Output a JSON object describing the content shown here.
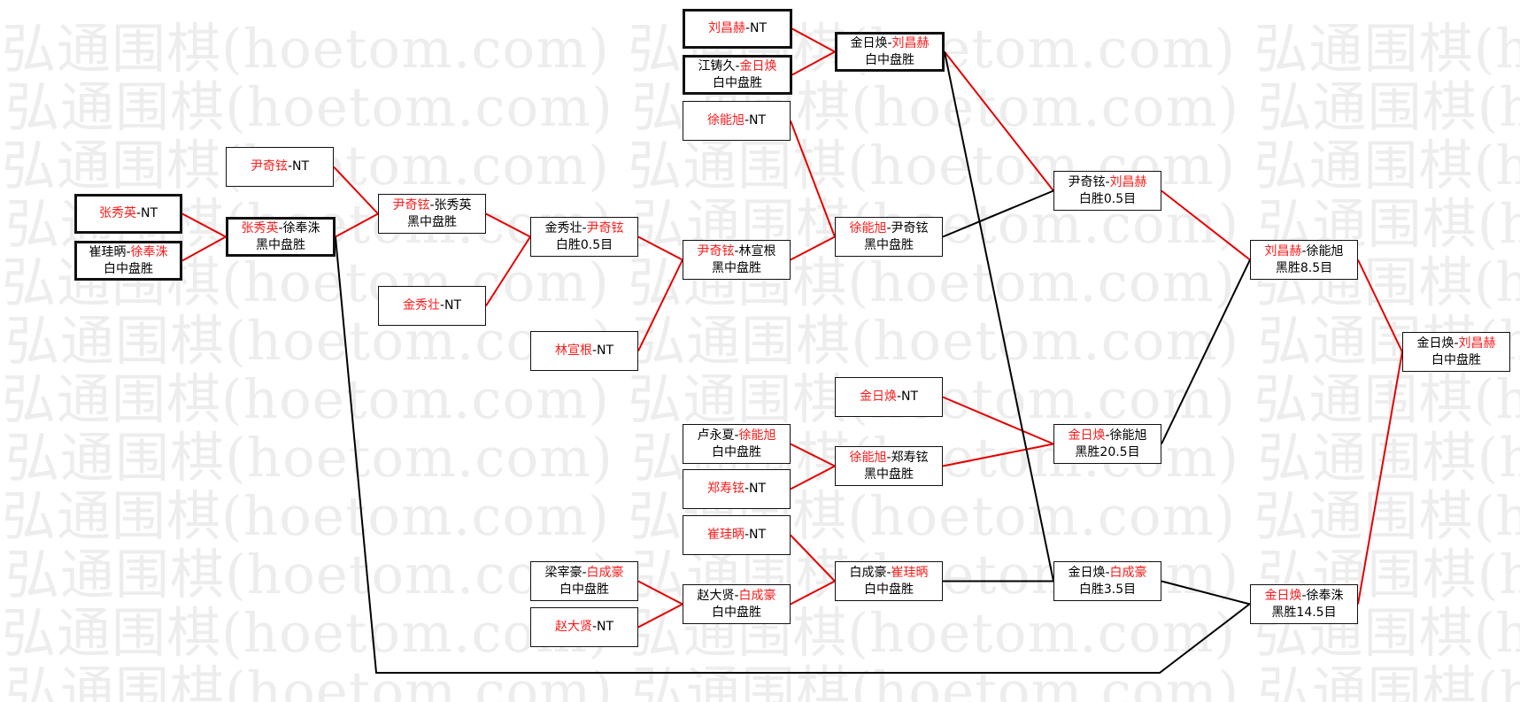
{
  "watermark": {
    "text": "弘通围棋(hoetom.com) 弘通围棋(hoetom.com) 弘通围棋(hoetom.com)"
  },
  "colors": {
    "winner_text": "#ff1a1a",
    "winner_line": "#e60000",
    "loser_line": "#000000",
    "box_border": "#111111"
  },
  "nodes": [
    {
      "id": "n_zxy_nt",
      "style": "thick",
      "lines": [
        [
          {
            "t": "张秀英",
            "w": true
          },
          {
            "t": "-NT",
            "w": false
          }
        ]
      ]
    },
    {
      "id": "n_cgb_xfz",
      "style": "thick",
      "lines": [
        [
          {
            "t": "崔珪昞-",
            "w": false
          },
          {
            "t": "徐奉洙",
            "w": true
          }
        ],
        [
          {
            "t": "白中盘胜",
            "w": false
          }
        ]
      ]
    },
    {
      "id": "n_yqx_nt",
      "style": "thin",
      "lines": [
        [
          {
            "t": "尹奇铉",
            "w": true
          },
          {
            "t": "-NT",
            "w": false
          }
        ]
      ]
    },
    {
      "id": "n_zxy_xfz",
      "style": "thick",
      "lines": [
        [
          {
            "t": "张秀英",
            "w": true
          },
          {
            "t": "-徐奉洙",
            "w": false
          }
        ],
        [
          {
            "t": "黑中盘胜",
            "w": false
          }
        ]
      ]
    },
    {
      "id": "n_yqx_zxy",
      "style": "thin",
      "lines": [
        [
          {
            "t": "尹奇铉",
            "w": true
          },
          {
            "t": "-张秀英",
            "w": false
          }
        ],
        [
          {
            "t": "黑中盘胜",
            "w": false
          }
        ]
      ]
    },
    {
      "id": "n_jxz_nt",
      "style": "thin",
      "lines": [
        [
          {
            "t": "金秀壮",
            "w": true
          },
          {
            "t": "-NT",
            "w": false
          }
        ]
      ]
    },
    {
      "id": "n_jxz_yqx",
      "style": "thin",
      "lines": [
        [
          {
            "t": "金秀壮-",
            "w": false
          },
          {
            "t": "尹奇铉",
            "w": true
          }
        ],
        [
          {
            "t": "白胜0.5目",
            "w": false
          }
        ]
      ]
    },
    {
      "id": "n_lxg_nt",
      "style": "thin",
      "lines": [
        [
          {
            "t": "林宣根",
            "w": true
          },
          {
            "t": "-NT",
            "w": false
          }
        ]
      ]
    },
    {
      "id": "n_yqx_lxg",
      "style": "thin",
      "lines": [
        [
          {
            "t": "尹奇铉",
            "w": true
          },
          {
            "t": "-林宣根",
            "w": false
          }
        ],
        [
          {
            "t": "黑中盘胜",
            "w": false
          }
        ]
      ]
    },
    {
      "id": "n_lch_nt",
      "style": "thick",
      "lines": [
        [
          {
            "t": "刘昌赫",
            "w": true
          },
          {
            "t": "-NT",
            "w": false
          }
        ]
      ]
    },
    {
      "id": "n_jzj_jrh",
      "style": "thick",
      "lines": [
        [
          {
            "t": "江铸久-",
            "w": false
          },
          {
            "t": "金日焕",
            "w": true
          }
        ],
        [
          {
            "t": "白中盘胜",
            "w": false
          }
        ]
      ]
    },
    {
      "id": "n_jrh_lch1",
      "style": "thick",
      "lines": [
        [
          {
            "t": "金日焕-",
            "w": false
          },
          {
            "t": "刘昌赫",
            "w": true
          }
        ],
        [
          {
            "t": "白中盘胜",
            "w": false
          }
        ]
      ]
    },
    {
      "id": "n_xnx_nt",
      "style": "thin",
      "lines": [
        [
          {
            "t": "徐能旭",
            "w": true
          },
          {
            "t": "-NT",
            "w": false
          }
        ]
      ]
    },
    {
      "id": "n_xnx_yqx",
      "style": "thin",
      "lines": [
        [
          {
            "t": "徐能旭",
            "w": true
          },
          {
            "t": "-尹奇铉",
            "w": false
          }
        ],
        [
          {
            "t": "黑中盘胜",
            "w": false
          }
        ]
      ]
    },
    {
      "id": "n_yqx_lch",
      "style": "thin",
      "lines": [
        [
          {
            "t": "尹奇铉-",
            "w": false
          },
          {
            "t": "刘昌赫",
            "w": true
          }
        ],
        [
          {
            "t": "白胜0.5目",
            "w": false
          }
        ]
      ]
    },
    {
      "id": "n_lch_xnx",
      "style": "thin",
      "lines": [
        [
          {
            "t": "刘昌赫",
            "w": true
          },
          {
            "t": "-徐能旭",
            "w": false
          }
        ],
        [
          {
            "t": "黑胜8.5目",
            "w": false
          }
        ]
      ]
    },
    {
      "id": "n_jrh_nt",
      "style": "thin",
      "lines": [
        [
          {
            "t": "金日焕",
            "w": true
          },
          {
            "t": "-NT",
            "w": false
          }
        ]
      ]
    },
    {
      "id": "n_lyx_xnx",
      "style": "thin",
      "lines": [
        [
          {
            "t": "卢永夏-",
            "w": false
          },
          {
            "t": "徐能旭",
            "w": true
          }
        ],
        [
          {
            "t": "白中盘胜",
            "w": false
          }
        ]
      ]
    },
    {
      "id": "n_zsx_nt",
      "style": "thin",
      "lines": [
        [
          {
            "t": "郑寿铉",
            "w": true
          },
          {
            "t": "-NT",
            "w": false
          }
        ]
      ]
    },
    {
      "id": "n_xnx_zsx",
      "style": "thin",
      "lines": [
        [
          {
            "t": "徐能旭",
            "w": true
          },
          {
            "t": "-郑寿铉",
            "w": false
          }
        ],
        [
          {
            "t": "黑中盘胜",
            "w": false
          }
        ]
      ]
    },
    {
      "id": "n_jrh_xnx",
      "style": "thin",
      "lines": [
        [
          {
            "t": "金日焕",
            "w": true
          },
          {
            "t": "-徐能旭",
            "w": false
          }
        ],
        [
          {
            "t": "黑胜20.5目",
            "w": false
          }
        ]
      ]
    },
    {
      "id": "n_cgb_nt",
      "style": "thin",
      "lines": [
        [
          {
            "t": "崔珪昞",
            "w": true
          },
          {
            "t": "-NT",
            "w": false
          }
        ]
      ]
    },
    {
      "id": "n_lzh_bch",
      "style": "thin",
      "lines": [
        [
          {
            "t": "梁宰豪-",
            "w": false
          },
          {
            "t": "白成豪",
            "w": true
          }
        ],
        [
          {
            "t": "白中盘胜",
            "w": false
          }
        ]
      ]
    },
    {
      "id": "n_zdx_nt",
      "style": "thin",
      "lines": [
        [
          {
            "t": "赵大贤",
            "w": true
          },
          {
            "t": "-NT",
            "w": false
          }
        ]
      ]
    },
    {
      "id": "n_zdx_bch",
      "style": "thin",
      "lines": [
        [
          {
            "t": "赵大贤-",
            "w": false
          },
          {
            "t": "白成豪",
            "w": true
          }
        ],
        [
          {
            "t": "白中盘胜",
            "w": false
          }
        ]
      ]
    },
    {
      "id": "n_bch_cgb",
      "style": "thin",
      "lines": [
        [
          {
            "t": "白成豪-",
            "w": false
          },
          {
            "t": "崔珪昞",
            "w": true
          }
        ],
        [
          {
            "t": "白中盘胜",
            "w": false
          }
        ]
      ]
    },
    {
      "id": "n_jrh_bch",
      "style": "thin",
      "lines": [
        [
          {
            "t": "金日焕-",
            "w": false
          },
          {
            "t": "白成豪",
            "w": true
          }
        ],
        [
          {
            "t": "白胜3.5目",
            "w": false
          }
        ]
      ]
    },
    {
      "id": "n_jrh_xfz",
      "style": "thin",
      "lines": [
        [
          {
            "t": "金日焕",
            "w": true
          },
          {
            "t": "-徐奉洙",
            "w": false
          }
        ],
        [
          {
            "t": "黑胜14.5目",
            "w": false
          }
        ]
      ]
    },
    {
      "id": "n_final",
      "style": "thin",
      "lines": [
        [
          {
            "t": "金日焕-",
            "w": false
          },
          {
            "t": "刘昌赫",
            "w": true
          }
        ],
        [
          {
            "t": "白中盘胜",
            "w": false
          }
        ]
      ]
    }
  ],
  "edges": [
    {
      "from": "n_zxy_nt",
      "to": "n_zxy_xfz",
      "winner": true
    },
    {
      "from": "n_cgb_xfz",
      "to": "n_zxy_xfz",
      "winner": true
    },
    {
      "from": "n_yqx_nt",
      "to": "n_yqx_zxy",
      "winner": true
    },
    {
      "from": "n_zxy_xfz",
      "to": "n_yqx_zxy",
      "winner": true
    },
    {
      "from": "n_yqx_zxy",
      "to": "n_jxz_yqx",
      "winner": true
    },
    {
      "from": "n_jxz_nt",
      "to": "n_jxz_yqx",
      "winner": true
    },
    {
      "from": "n_jxz_yqx",
      "to": "n_yqx_lxg",
      "winner": true
    },
    {
      "from": "n_lxg_nt",
      "to": "n_yqx_lxg",
      "winner": true
    },
    {
      "from": "n_lch_nt",
      "to": "n_jrh_lch1",
      "winner": true
    },
    {
      "from": "n_jzj_jrh",
      "to": "n_jrh_lch1",
      "winner": true
    },
    {
      "from": "n_xnx_nt",
      "to": "n_xnx_yqx",
      "winner": true
    },
    {
      "from": "n_yqx_lxg",
      "to": "n_xnx_yqx",
      "winner": true
    },
    {
      "from": "n_jrh_lch1",
      "to": "n_yqx_lch",
      "winner": true
    },
    {
      "from": "n_xnx_yqx",
      "to": "n_yqx_lch",
      "winner": false
    },
    {
      "from": "n_yqx_lch",
      "to": "n_lch_xnx",
      "winner": true
    },
    {
      "from": "n_jrh_xnx",
      "to": "n_lch_xnx",
      "winner": false
    },
    {
      "from": "n_lch_xnx",
      "to": "n_final",
      "winner": true
    },
    {
      "from": "n_lyx_xnx",
      "to": "n_xnx_zsx",
      "winner": true
    },
    {
      "from": "n_zsx_nt",
      "to": "n_xnx_zsx",
      "winner": true
    },
    {
      "from": "n_jrh_nt",
      "to": "n_jrh_xnx",
      "winner": true
    },
    {
      "from": "n_xnx_zsx",
      "to": "n_jrh_xnx",
      "winner": true
    },
    {
      "from": "n_cgb_nt",
      "to": "n_bch_cgb",
      "winner": true
    },
    {
      "from": "n_lzh_bch",
      "to": "n_zdx_bch",
      "winner": true
    },
    {
      "from": "n_zdx_nt",
      "to": "n_zdx_bch",
      "winner": true
    },
    {
      "from": "n_zdx_bch",
      "to": "n_bch_cgb",
      "winner": true
    },
    {
      "from": "n_bch_cgb",
      "to": "n_jrh_bch",
      "winner": false
    },
    {
      "from": "n_jrh_lch1",
      "to": "n_jrh_bch",
      "winner": false
    },
    {
      "from": "n_jrh_bch",
      "to": "n_jrh_xfz",
      "winner": false
    },
    {
      "from": "n_zxy_xfz",
      "to": "n_jrh_xfz",
      "winner": false
    },
    {
      "from": "n_jrh_xfz",
      "to": "n_final",
      "winner": true
    }
  ]
}
